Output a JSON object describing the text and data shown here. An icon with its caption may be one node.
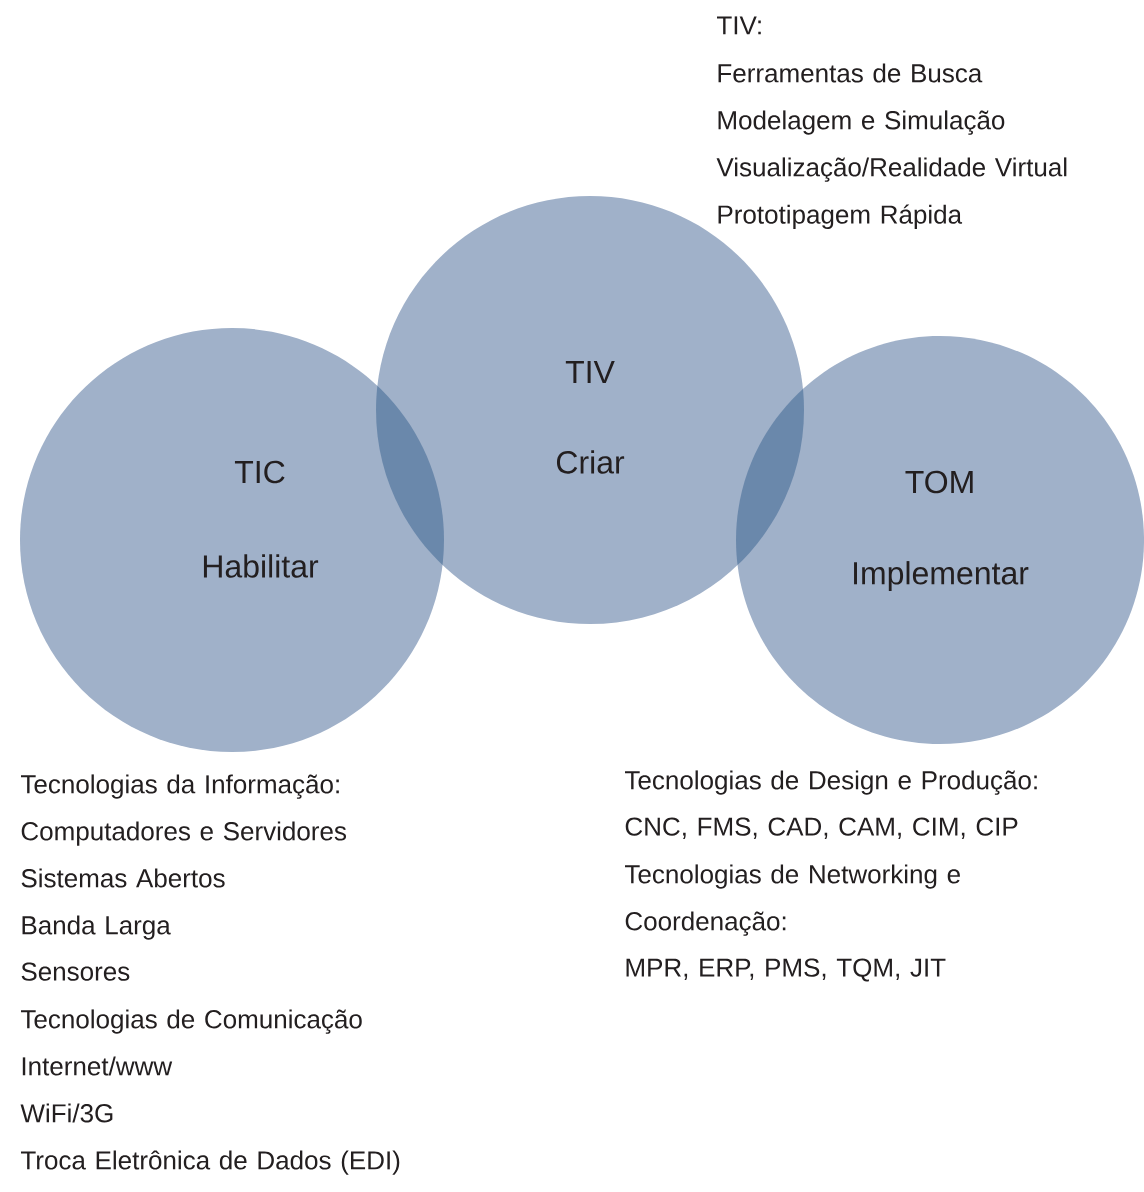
{
  "diagram": {
    "nodes": [
      {
        "text": [
          "TIC",
          "Habilitar"
        ],
        "beside": [
          "Tecnologias da Informação:",
          "Computadores e Servidores",
          "Sistemas Abertos",
          "Banda Larga",
          "Sensores",
          "Tecnologias de Comunicação",
          "Internet/www",
          "WiFi/3G",
          "Troca Eletrônica de Dados (EDI)"
        ]
      },
      {
        "text": [
          "TIV",
          "Criar"
        ],
        "beside": [
          "TIV:",
          "Ferramentas de Busca",
          "Modelagem e Simulação",
          "Visualização/Realidade Virtual",
          "Prototipagem Rápida"
        ]
      },
      {
        "text": [
          "TOM",
          "Implementar"
        ],
        "beside": [
          "Tecnologias de Design e Produção:",
          "CNC, FMS, CAD, CAM, CIM, CIP",
          "Tecnologias de Networking e Coordenação:",
          "MPR, ERP, PMS, TQM, JIT"
        ]
      }
    ]
  }
}
